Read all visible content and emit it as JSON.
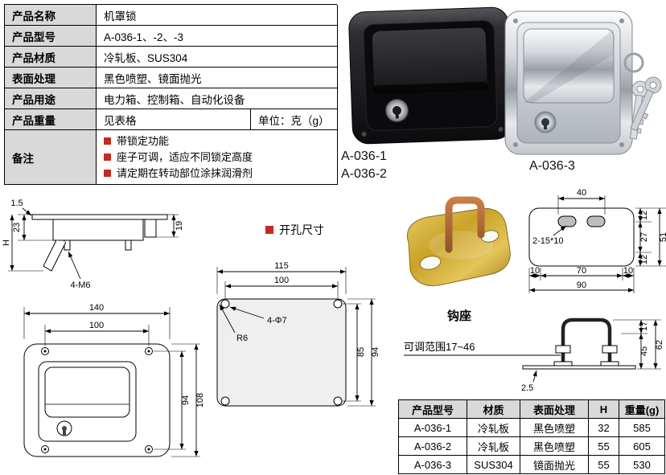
{
  "colors": {
    "header_bg": "#d9d9d9",
    "accent_red": "#c32a20",
    "line": "#000000",
    "brass": "#c9a227",
    "copper": "#a96a3a"
  },
  "spec_table": {
    "rows": [
      {
        "label": "产品名称",
        "value": "机罩锁"
      },
      {
        "label": "产品型号",
        "value": "A-036-1、-2、-3"
      },
      {
        "label": "产品材质",
        "value": "冷轧板、SUS304"
      },
      {
        "label": "表面处理",
        "value": "黑色喷塑、镜面抛光"
      },
      {
        "label": "产品用途",
        "value": "电力箱、控制箱、自动化设备"
      },
      {
        "label": "产品重量",
        "value": "见表格",
        "unit": "单位：克（g）"
      }
    ],
    "notes": {
      "label": "备注",
      "items": [
        "带锁定功能",
        "座子可调，适应不同锁定高度",
        "请定期在转动部位涂抹润滑剂"
      ]
    }
  },
  "photos": {
    "left_caption_line1": "A-036-1",
    "left_caption_line2": "A-036-2",
    "right_caption": "A-036-3"
  },
  "drawings": {
    "side_view": {
      "dim_thickness": "1.5",
      "dim_depth": "23",
      "dim_height": "H",
      "dim_right": "19",
      "thread_label": "4-M6"
    },
    "front_view": {
      "dim_width_outer": "140",
      "dim_width_holes": "100",
      "dim_height_holes": "94",
      "dim_height_outer": "108"
    },
    "cutout": {
      "title": "开孔尺寸",
      "dim_width_outer": "115",
      "dim_width_holes": "100",
      "hole_label": "4-Φ7",
      "corner_label": "R6",
      "dim_height_holes": "85",
      "dim_height_outer": "94"
    },
    "hook_seat": {
      "caption": "钩座",
      "dim_slot_span": "40",
      "slot_label": "2-15*10",
      "dim_right_top": "12",
      "dim_right_mid": "27",
      "dim_right_bottom": "12",
      "dim_right_total": "51",
      "dim_bottom_left": "10",
      "dim_bottom_mid": "70",
      "dim_bottom_right": "10",
      "dim_bottom_total": "90"
    },
    "adjustable": {
      "range_label": "可调范围17~46",
      "dim_top": "17",
      "dim_bottom": "45",
      "dim_total": "62",
      "dim_plate_thickness": "2.5"
    }
  },
  "size_table": {
    "headers": [
      "产品型号",
      "材质",
      "表面处理",
      "H",
      "重量(g)"
    ],
    "rows": [
      [
        "A-036-1",
        "冷轧板",
        "黑色喷塑",
        "32",
        "585"
      ],
      [
        "A-036-2",
        "冷轧板",
        "黑色喷塑",
        "55",
        "605"
      ],
      [
        "A-036-3",
        "SUS304",
        "镜面抛光",
        "55",
        "530"
      ]
    ]
  }
}
